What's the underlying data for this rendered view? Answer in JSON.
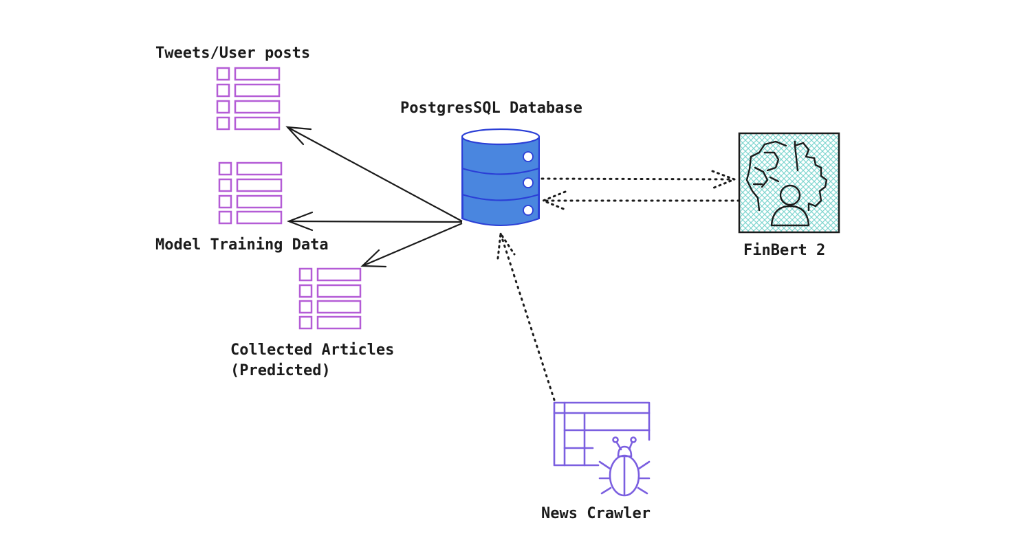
{
  "nodes": {
    "tweets": {
      "label": "Tweets/User posts",
      "icon": "table-icon"
    },
    "training": {
      "label": "Model Training Data",
      "icon": "table-icon"
    },
    "articles": {
      "label_line1": "Collected Articles",
      "label_line2": "(Predicted)",
      "icon": "table-icon"
    },
    "database": {
      "label": "PostgresSQL Database",
      "icon": "database-icon"
    },
    "finbert": {
      "label": "FinBert 2",
      "icon": "ai-brain-gear-icon"
    },
    "crawler": {
      "label": "News Crawler",
      "icon": "web-crawler-bug-icon"
    }
  },
  "edges": [
    {
      "from": "database",
      "to": "tweets",
      "style": "solid"
    },
    {
      "from": "database",
      "to": "training",
      "style": "solid"
    },
    {
      "from": "database",
      "to": "articles",
      "style": "solid"
    },
    {
      "from": "database",
      "to": "finbert",
      "style": "dotted"
    },
    {
      "from": "finbert",
      "to": "database",
      "style": "dotted"
    },
    {
      "from": "crawler",
      "to": "database",
      "style": "dotted"
    }
  ],
  "colors": {
    "table_icon": "#b45cd6",
    "database_fill": "#4a86df",
    "database_stroke": "#2b3fd6",
    "crawler_icon": "#7b5fe0",
    "finbert_hatch": "#7ed6cf",
    "ink": "#1b1b1b"
  }
}
